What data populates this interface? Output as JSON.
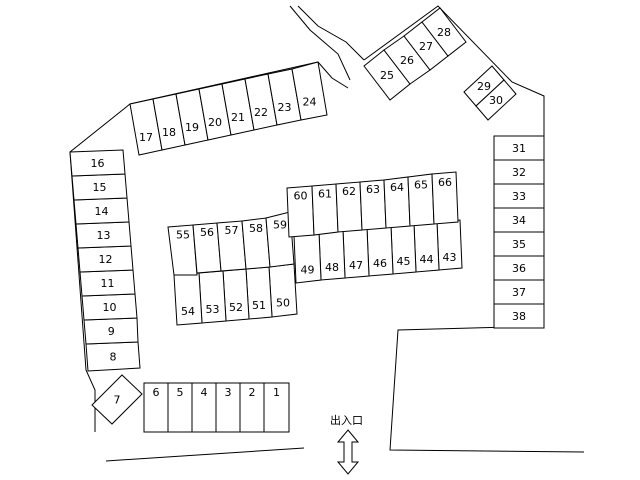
{
  "entrance_label": "出入口",
  "colors": {
    "line": "#000000",
    "background": "#ffffff"
  },
  "spaces": [
    "1",
    "2",
    "3",
    "4",
    "5",
    "6",
    "7",
    "8",
    "9",
    "10",
    "11",
    "12",
    "13",
    "14",
    "15",
    "16",
    "17",
    "18",
    "19",
    "20",
    "21",
    "22",
    "23",
    "24",
    "25",
    "26",
    "27",
    "28",
    "29",
    "30",
    "31",
    "32",
    "33",
    "34",
    "35",
    "36",
    "37",
    "38",
    "43",
    "44",
    "45",
    "46",
    "47",
    "48",
    "49",
    "50",
    "51",
    "52",
    "53",
    "54",
    "55",
    "56",
    "57",
    "58",
    "59",
    "60",
    "61",
    "62",
    "63",
    "64",
    "65",
    "66"
  ]
}
